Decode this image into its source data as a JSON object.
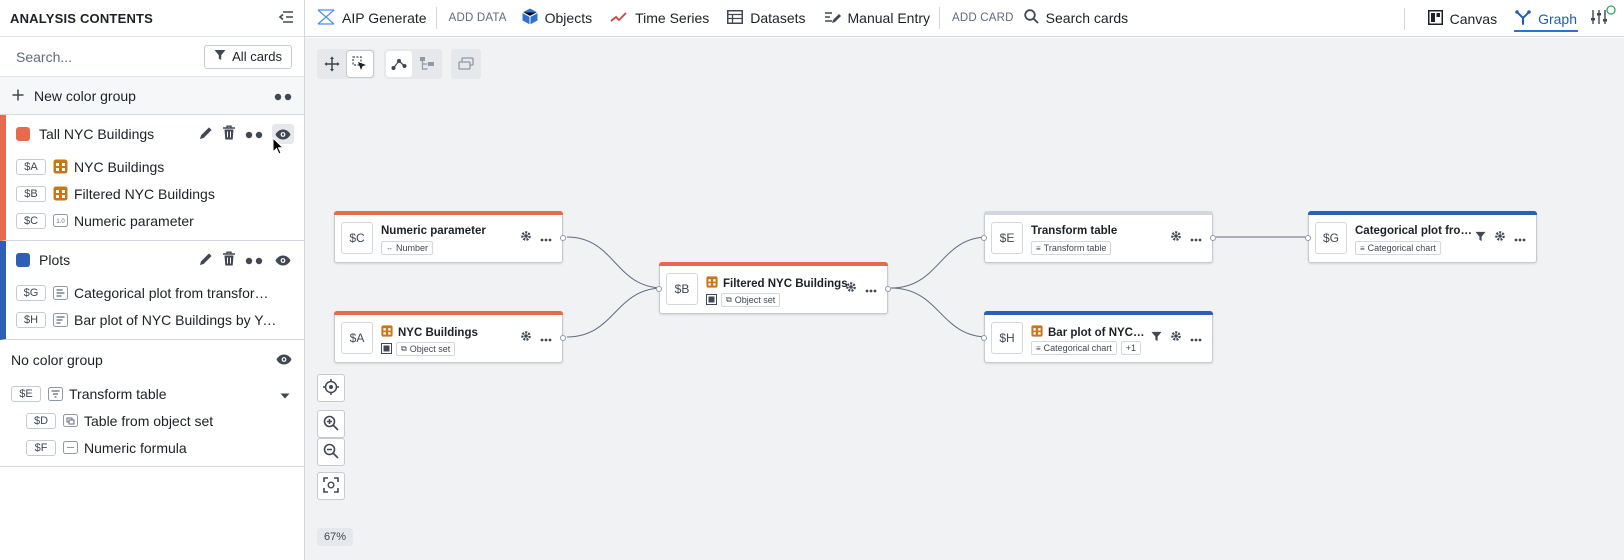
{
  "sidebar": {
    "title": "ANALYSIS CONTENTS",
    "search_placeholder": "Search...",
    "filter_label": "All cards",
    "new_group_label": "New color group",
    "groups": [
      {
        "name": "Tall NYC Buildings",
        "color": "#e76a4e",
        "cards": [
          {
            "var": "$A",
            "label": "NYC Buildings",
            "icon": "building-icon"
          },
          {
            "var": "$B",
            "label": "Filtered NYC Buildings",
            "icon": "building-icon"
          },
          {
            "var": "$C",
            "label": "Numeric parameter",
            "icon": "number-icon"
          }
        ]
      },
      {
        "name": "Plots",
        "color": "#2d5fb4",
        "cards": [
          {
            "var": "$G",
            "label": "Categorical plot from transform t...",
            "icon": "categorical-chart-icon"
          },
          {
            "var": "$H",
            "label": "Bar plot of NYC Buildings by Year ...",
            "icon": "bar-chart-icon"
          }
        ]
      }
    ],
    "no_group": {
      "name": "No color group",
      "cards": [
        {
          "var": "$E",
          "label": "Transform table",
          "icon": "transform-icon",
          "children": [
            {
              "var": "$D",
              "label": "Table from object set",
              "icon": "object-set-icon"
            },
            {
              "var": "$F",
              "label": "Numeric formula",
              "icon": "formula-icon"
            }
          ]
        }
      ]
    }
  },
  "toolbar": {
    "aip_generate": "AIP Generate",
    "add_data_section": "ADD DATA",
    "objects": "Objects",
    "time_series": "Time Series",
    "datasets": "Datasets",
    "manual_entry": "Manual Entry",
    "add_card_section": "ADD CARD",
    "search_cards": "Search cards",
    "canvas_tab": "Canvas",
    "graph_tab": "Graph",
    "active_tab": "Graph"
  },
  "canvas": {
    "zoom_level": "67%",
    "nodes": [
      {
        "id": "C",
        "var": "$C",
        "title": "Numeric parameter",
        "type": "Number",
        "color": "#e76a4e"
      },
      {
        "id": "A",
        "var": "$A",
        "title": "NYC Buildings",
        "type": "Object set",
        "color": "#e76a4e"
      },
      {
        "id": "B",
        "var": "$B",
        "title": "Filtered NYC Buildings",
        "type": "Object set",
        "color": "#e76a4e"
      },
      {
        "id": "E",
        "var": "$E",
        "title": "Transform table",
        "type": "Transform table",
        "color": "#d3d8de"
      },
      {
        "id": "H",
        "var": "$H",
        "title": "Bar plot of NYC Build...",
        "type": "Categorical chart",
        "extra": "+1",
        "color": "#2d5fb4"
      },
      {
        "id": "G",
        "var": "$G",
        "title": "Categorical plot from tra...",
        "type": "Categorical chart",
        "color": "#2d5fb4"
      }
    ]
  },
  "colors": {
    "accent": "#2d72d2",
    "red_group": "#e76a4e",
    "blue_group": "#2d5fb4",
    "building_icon": "#c87619"
  }
}
